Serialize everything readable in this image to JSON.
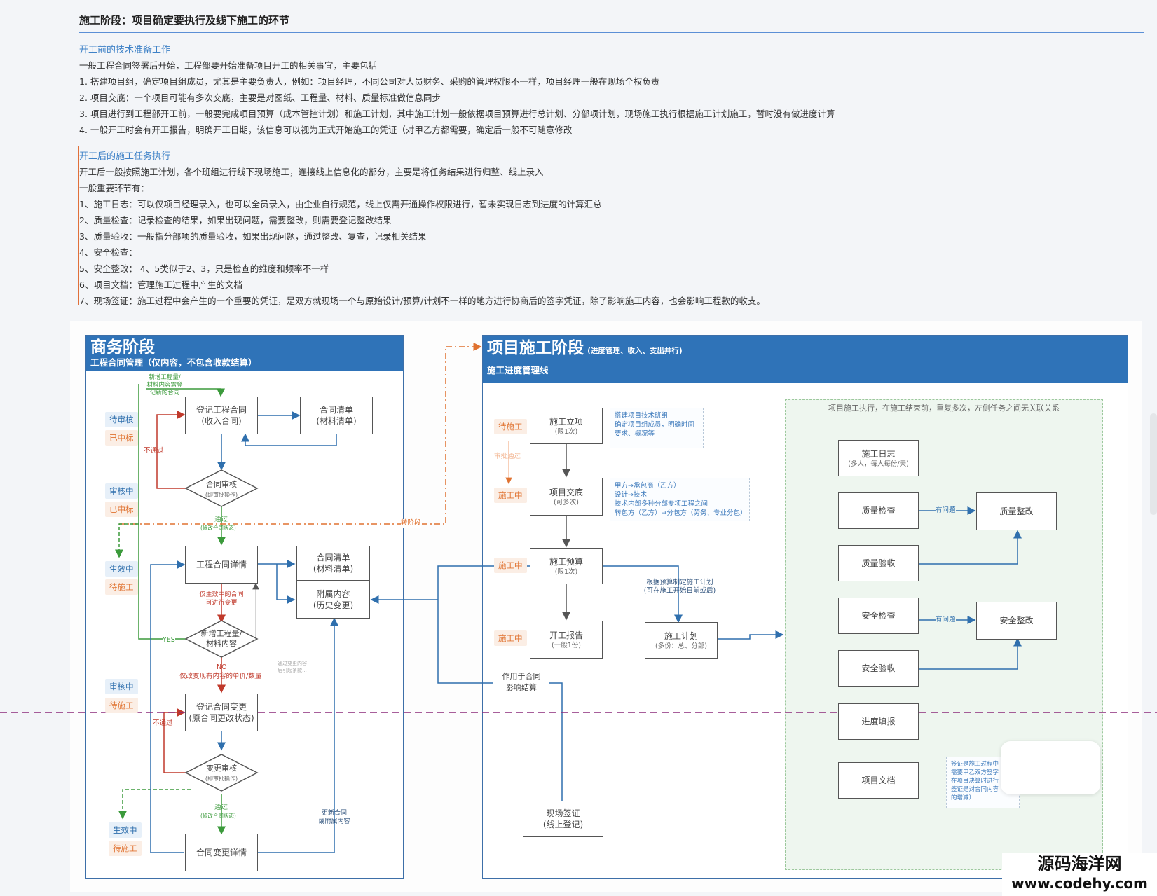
{
  "doc": {
    "title": "施工阶段：项目确定要执行及线下施工的环节",
    "section1": {
      "title": "开工前的技术准备工作",
      "lines": [
        "一般工程合同签署后开始，工程部要开始准备项目开工的相关事宜，主要包括",
        "1. 搭建项目组，确定项目组成员，尤其是主要负责人，例如：项目经理，不同公司对人员财务、采购的管理权限不一样，项目经理一般在现场全权负责",
        "2. 项目交底：一个项目可能有多次交底，主要是对图纸、工程量、材料、质量标准做信息同步",
        "3. 项目进行到工程部开工前，一般要完成项目预算（成本管控计划）和施工计划，其中施工计划一般依据项目预算进行总计划、分部项计划，现场施工执行根据施工计划施工，暂时没有做进度计算",
        "4. 一般开工时会有开工报告，明确开工日期，该信息可以视为正式开始施工的凭证（对甲乙方都需要，确定后一般不可随意修改"
      ]
    },
    "section2": {
      "title": "开工后的施工任务执行",
      "lines": [
        "开工后一般按照施工计划，各个班组进行线下现场施工，连接线上信息化的部分，主要是将任务结果进行归整、线上录入",
        "一般重要环节有：",
        "1、施工日志：可以仅项目经理录入，也可以全员录入，由企业自行规范，线上仅需开通操作权限进行，暂未实现日志到进度的计算汇总",
        "2、质量检查：记录检查的结果，如果出现问题，需要整改，则需要登记整改结果",
        "3、质量验收：一般指分部项的质量验收，如果出现问题，通过整改、复查，记录相关结果",
        "4、安全检查：",
        "5、安全整改： 4、5类似于2、3，只是检查的维度和频率不一样",
        "6、项目文档：管理施工过程中产生的文档",
        "7、现场签证：施工过程中会产生的一个重要的凭证，是双方就现场一个与原始设计/预算/计划不一样的地方进行协商后的签字凭证，除了影响施工内容，也会影响工程款的收支。"
      ]
    }
  },
  "left_panel": {
    "title": "商务阶段",
    "subtitle": "工程合同管理（仅内容，不包含收款结算）",
    "statuses": {
      "s1a": "待审核",
      "s1b": "已中标",
      "s2a": "审核中",
      "s2b": "已中标",
      "s3a": "生效中",
      "s3b": "待施工",
      "s4a": "审核中",
      "s4b": "待施工",
      "s5a": "生效中",
      "s5b": "待施工"
    },
    "boxes": {
      "register": {
        "t": "登记工程合同",
        "s": "(收入合同)"
      },
      "list1": {
        "t": "合同清单",
        "s": "(材料清单)"
      },
      "audit": {
        "t": "合同审核",
        "s": "(即审批操作)"
      },
      "detail": {
        "t": "工程合同详情"
      },
      "list2": {
        "t": "合同清单",
        "s": "(材料清单)"
      },
      "attach": {
        "t": "附属内容",
        "s": "(历史变更)"
      },
      "newqty": {
        "t": "新增工程量/",
        "s": "材料内容"
      },
      "regchange": {
        "t": "登记合同变更",
        "s": "(原合同更改状态)"
      },
      "changeaudit": {
        "t": "变更审核",
        "s": "(即审批操作)"
      },
      "changedetail": {
        "t": "合同变更详情"
      }
    },
    "labels": {
      "new_need": "新增工程量/\n材料内容需登\n记新的合同",
      "reject1": "不通过",
      "pass1": "通过",
      "pass1_sub": "(修改合同状态)",
      "to_stage": "转阶段",
      "only_effective": "仅生效中的合同\n可进行变更",
      "yes": "YES",
      "no": "NO",
      "no_sub": "仅改变现有内容的单价/数量",
      "reject2": "不通过",
      "pass2": "通过",
      "pass2_sub": "(修改合同状态)",
      "update_attach": "更新合同\n或附属内容",
      "gray_note": "通过变更内容\n后引起条款..."
    }
  },
  "right_panel": {
    "title": "项目施工阶段",
    "title_sub": "(进度管理、收入、支出并行)",
    "subtitle": "施工进度管理线",
    "statuses": {
      "r1": "待施工",
      "approve": "审批通过",
      "r2": "施工中",
      "r3": "施工中",
      "r4": "施工中"
    },
    "boxes": {
      "start": {
        "t": "施工立项",
        "s": "(限1次)"
      },
      "handover": {
        "t": "项目交底",
        "s": "(可多次)"
      },
      "budget": {
        "t": "施工预算",
        "s": "(限1次)"
      },
      "report": {
        "t": "开工报告",
        "s": "(一般1份)"
      },
      "plan": {
        "t": "施工计划",
        "s": "(多份：总、分部)"
      },
      "visa": {
        "t": "现场签证",
        "s": "(线上登记)"
      },
      "log": {
        "t": "施工日志",
        "s": "(多人，每人每份/天)"
      },
      "qcheck": {
        "t": "质量检查"
      },
      "qfix": {
        "t": "质量整改"
      },
      "qaccept": {
        "t": "质量验收"
      },
      "scheck": {
        "t": "安全检查"
      },
      "sfix": {
        "t": "安全整改"
      },
      "saccept": {
        "t": "安全验收"
      },
      "progress": {
        "t": "进度填报"
      },
      "docs": {
        "t": "项目文档"
      }
    },
    "notes": {
      "n1": "搭建项目技术班组\n确定项目组成员，明确时间\n要求、概况等",
      "n2": "甲方→承包商（乙方）\n设计→技术\n技术内部多种分部专项工程之间\n转包方（乙方）→分包方（劳务、专业分包）",
      "n3": "签证是施工过程中\n需要甲乙双方签字\n在项目决算时进行\n签证是对合同内容\n的增减）"
    },
    "labels": {
      "group_title": "项目施工执行，在施工结束前，重复多次，左侧任务之间无关联关系",
      "plan_by_budget": "根据预算制定施工计划\n(可在施工开始日前或后)",
      "affect": "作用于合同\n影响结算",
      "has_issue1": "有问题",
      "has_issue2": "有问题"
    }
  },
  "watermark": {
    "line1": "源码海洋网",
    "line2": "www.codehy.com"
  },
  "colors": {
    "accent": "#2f73b8",
    "orange": "#e0703a",
    "green": "#3b9a3b",
    "red": "#c0392b",
    "dashed": "#8b2a7a"
  }
}
